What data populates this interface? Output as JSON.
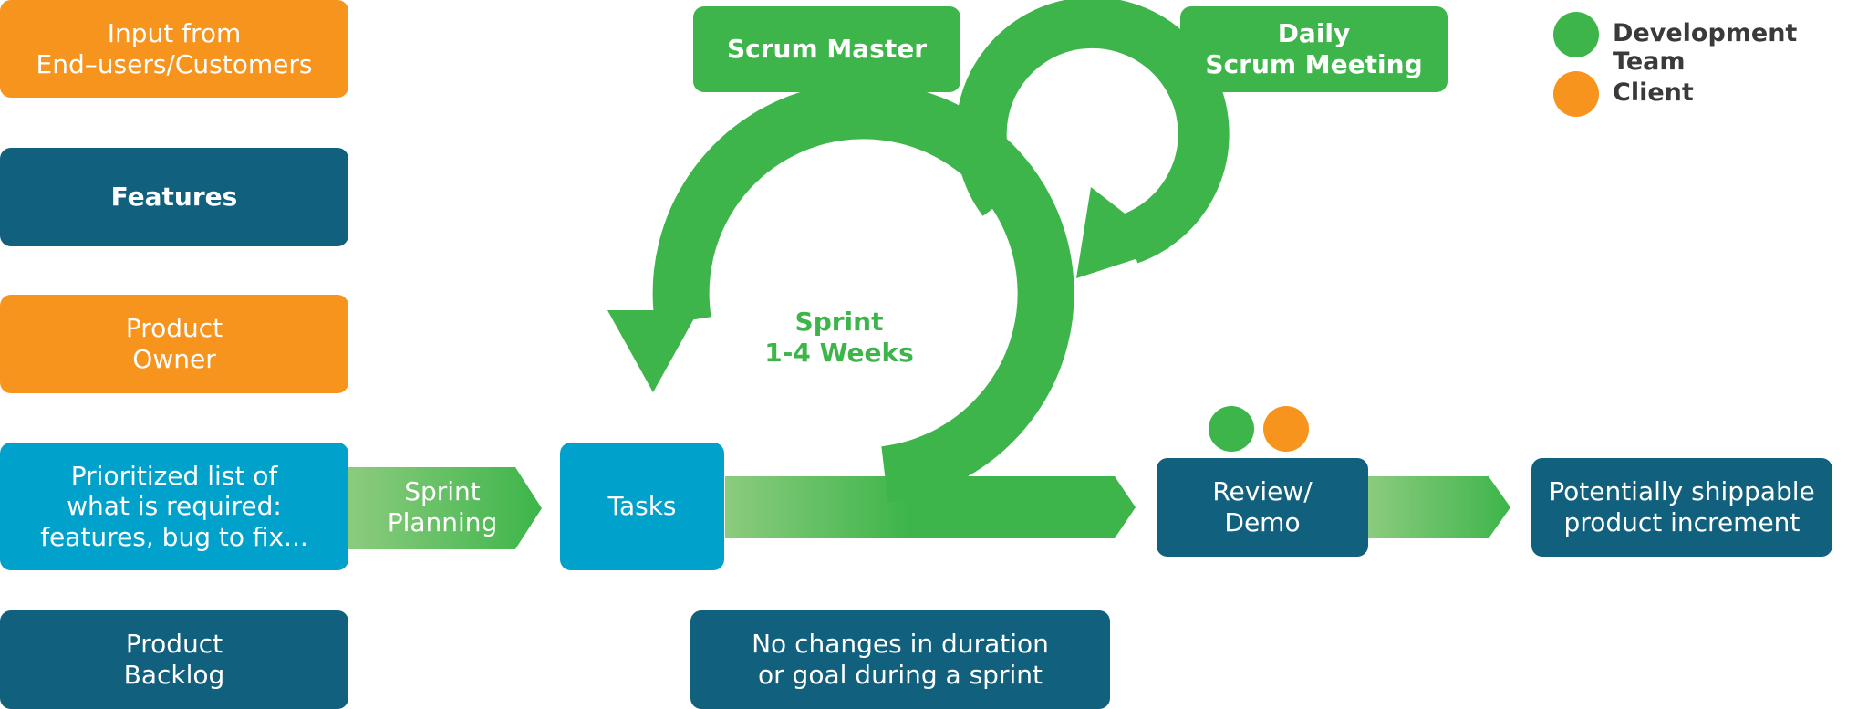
{
  "boxes": {
    "input": "Input from\nEnd–users/Customers",
    "features": "Features",
    "product_owner": "Product\nOwner",
    "prioritized_list": "Prioritized list of\nwhat is required:\nfeatures, bug to fix...",
    "product_backlog": "Product\nBacklog",
    "scrum_master": "Scrum Master",
    "daily_scrum": "Daily\nScrum Meeting",
    "tasks": "Tasks",
    "review_demo": "Review/\nDemo",
    "shippable": "Potentially shippable\nproduct increment",
    "no_changes": "No changes in duration\nor goal during a sprint"
  },
  "arrows": {
    "sprint_planning": "Sprint\nPlanning"
  },
  "sprint_loop": {
    "label": "Sprint\n1-4 Weeks"
  },
  "legend": [
    {
      "label": "Development Team",
      "color": "#3DB54A"
    },
    {
      "label": "Client",
      "color": "#F7941D"
    }
  ],
  "colors": {
    "green": "#3DB54A",
    "light_green": "#8CCB7E",
    "orange": "#F7941D",
    "navy": "#11617E",
    "cyan": "#00A1CB"
  }
}
